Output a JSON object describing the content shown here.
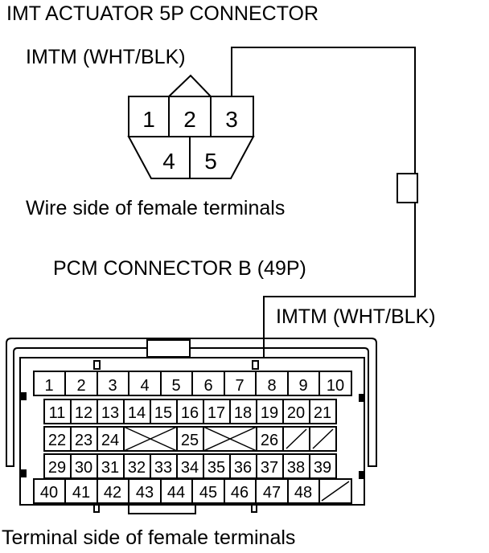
{
  "actuator": {
    "title": "IMT ACTUATOR 5P CONNECTOR",
    "wire_label": "IMTM (WHT/BLK)",
    "caption": "Wire side of female terminals",
    "pins_top": [
      "1",
      "2",
      "3"
    ],
    "pins_bottom": [
      "4",
      "5"
    ]
  },
  "pcm": {
    "title": "PCM CONNECTOR B (49P)",
    "wire_label": "IMTM (WHT/BLK)",
    "caption": "Terminal side of female terminals",
    "row1": [
      "1",
      "2",
      "3",
      "4",
      "5",
      "6",
      "7",
      "8",
      "9",
      "10"
    ],
    "row2": [
      "11",
      "12",
      "13",
      "14",
      "15",
      "16",
      "17",
      "18",
      "19",
      "20",
      "21"
    ],
    "row3": [
      "22",
      "23",
      "24",
      "",
      "25",
      "",
      "26",
      "",
      ""
    ],
    "row4": [
      "29",
      "30",
      "31",
      "32",
      "33",
      "34",
      "35",
      "36",
      "37",
      "38",
      "39"
    ],
    "row5": [
      "40",
      "41",
      "42",
      "43",
      "44",
      "45",
      "46",
      "47",
      "48",
      ""
    ]
  }
}
